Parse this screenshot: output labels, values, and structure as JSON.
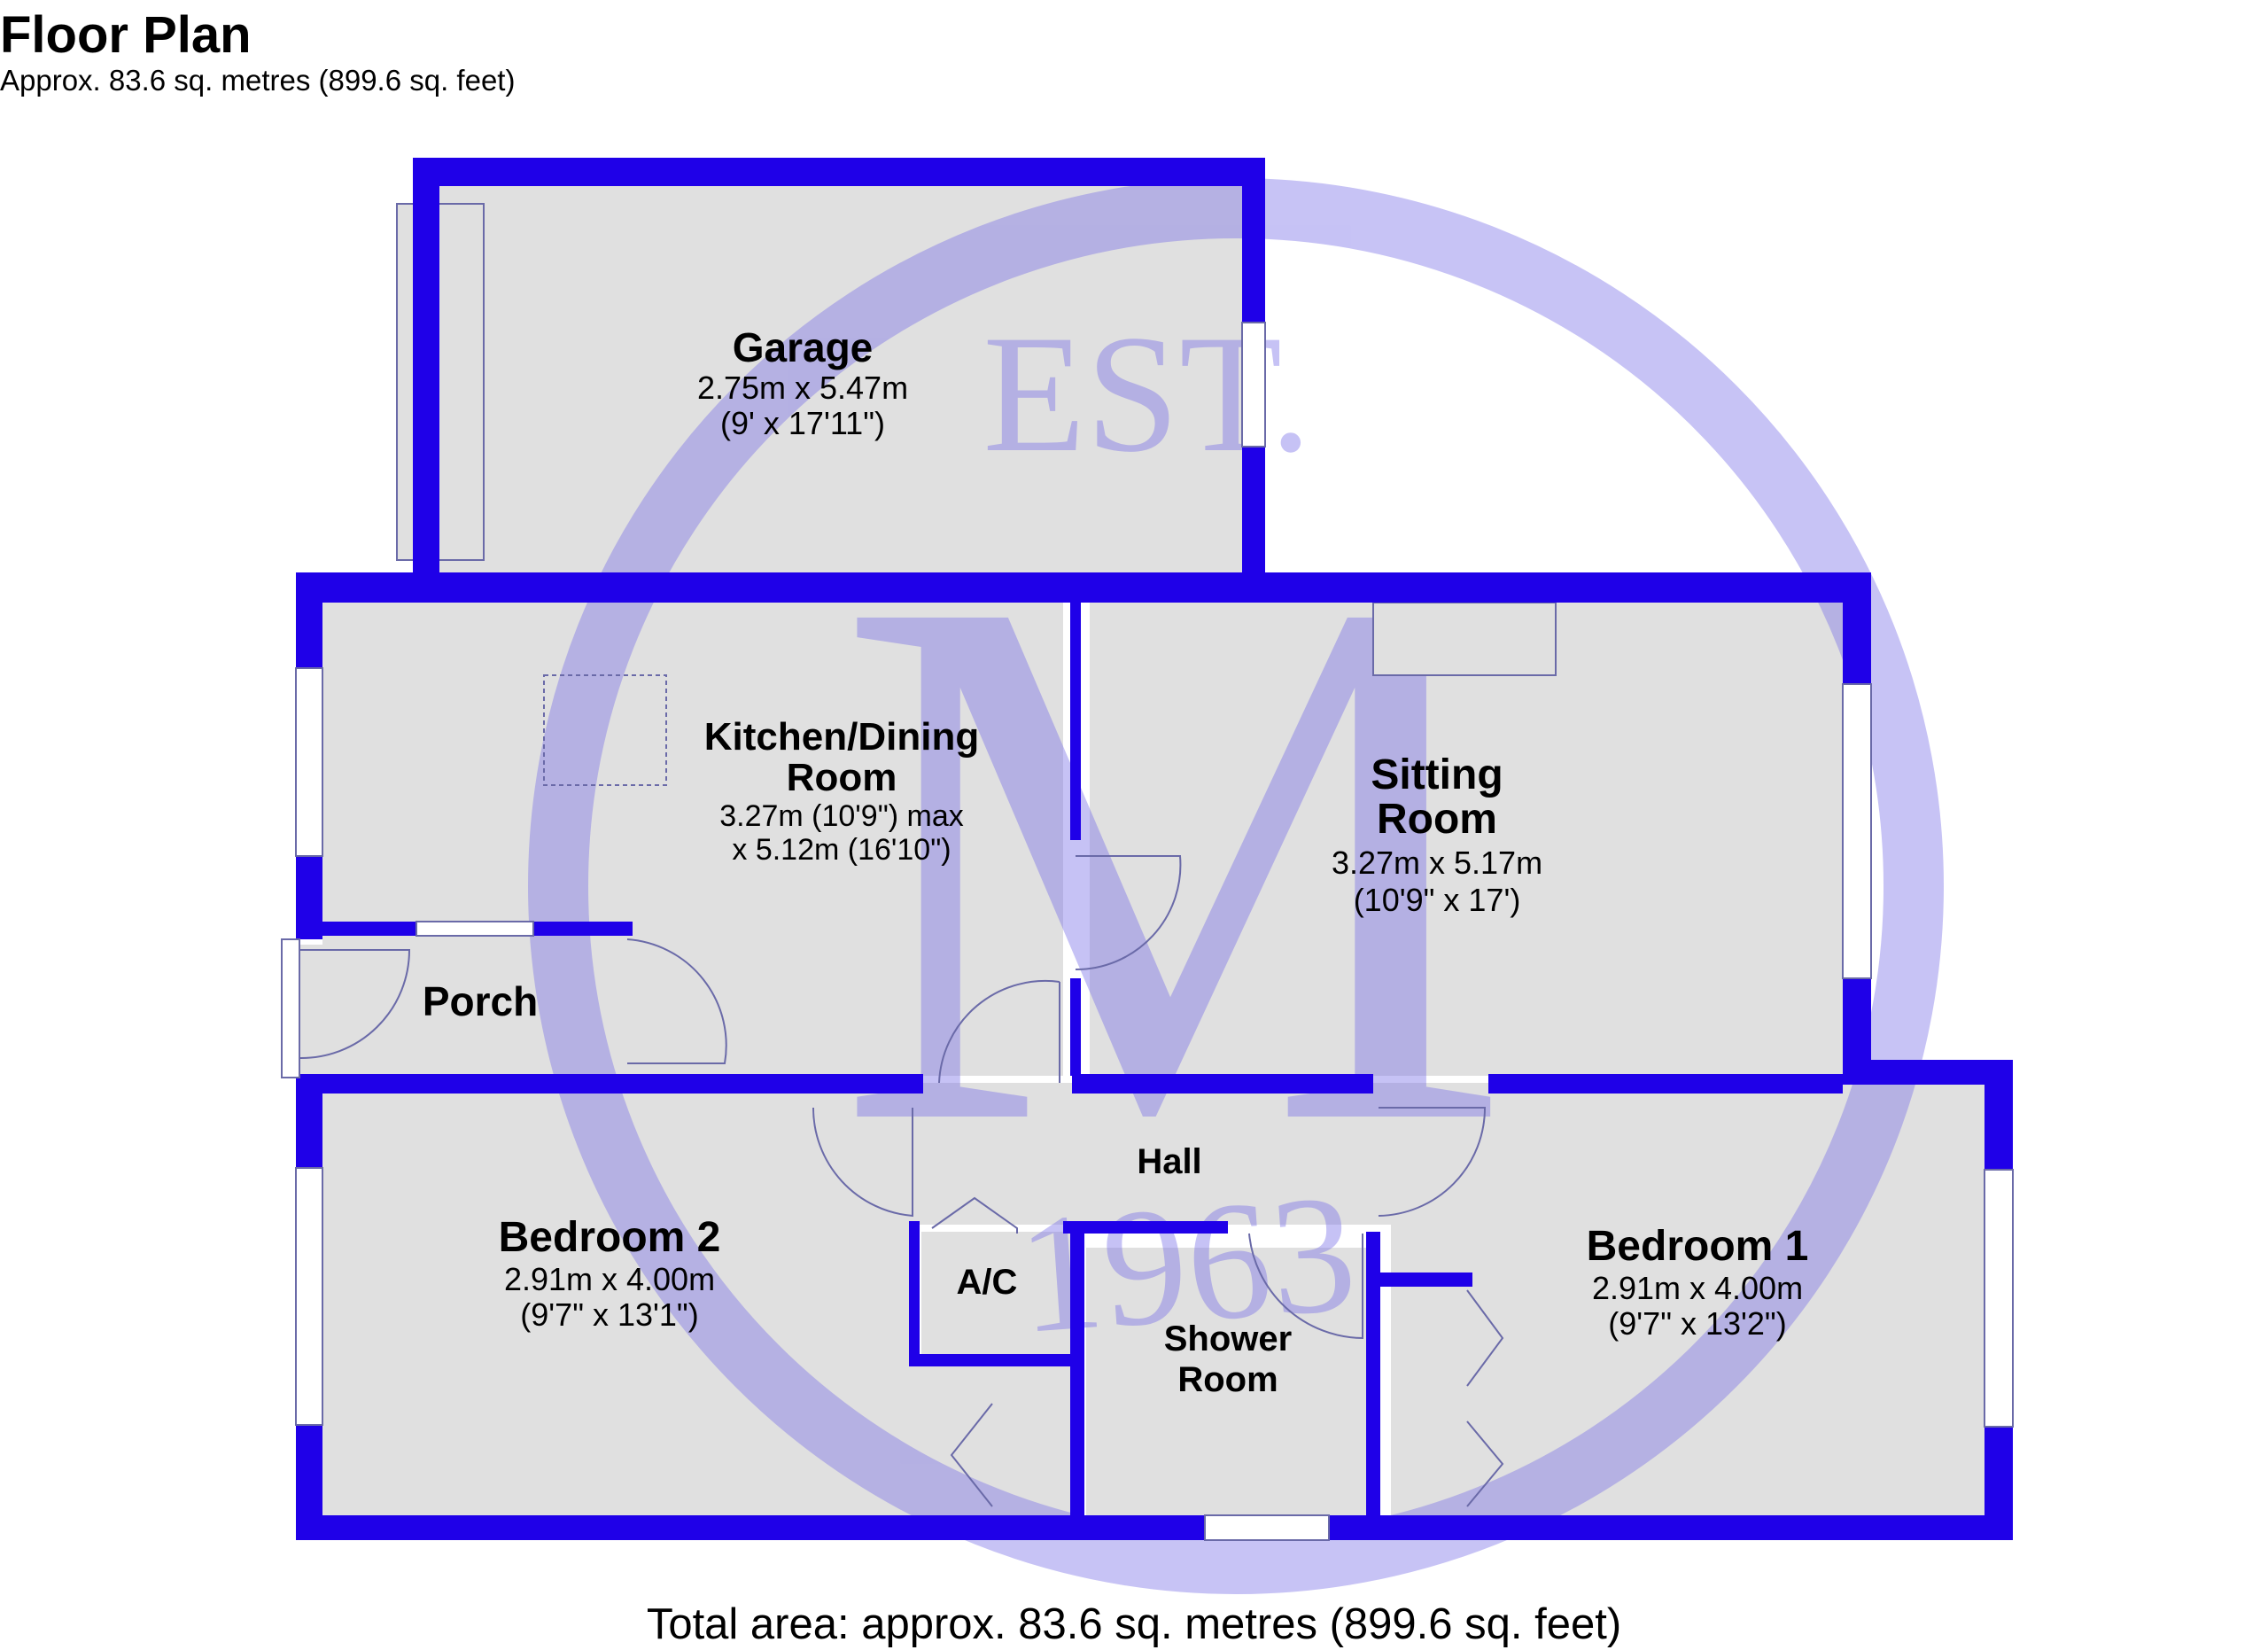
{
  "header": {
    "title": "Floor Plan",
    "subtitle": "Approx. 83.6 sq. metres (899.6 sq. feet)"
  },
  "footer": {
    "total_area": "Total area: approx. 83.6 sq. metres (899.6 sq. feet)"
  },
  "watermark": {
    "top_text": "EST.",
    "monogram": "M",
    "year": "1963",
    "color": "#7a70e8"
  },
  "colors": {
    "wall": "#1f00e8",
    "floor": "#e0e0e0",
    "fixture_line": "#6a6aa8"
  },
  "rooms": {
    "garage": {
      "name": "Garage",
      "dim1": "2.75m x 5.47m",
      "dim2": "(9' x 17'11\")"
    },
    "kitchen": {
      "name1": "Kitchen/Dining",
      "name2": "Room",
      "dim1": "3.27m (10'9\") max",
      "dim2": "x 5.12m (16'10\")"
    },
    "sitting": {
      "name1": "Sitting",
      "name2": "Room",
      "dim1": "3.27m x 5.17m",
      "dim2": "(10'9\" x 17')"
    },
    "porch": {
      "name": "Porch"
    },
    "hall": {
      "name": "Hall"
    },
    "bedroom2": {
      "name": "Bedroom 2",
      "dim1": "2.91m x 4.00m",
      "dim2": "(9'7\" x 13'1\")"
    },
    "ac": {
      "name": "A/C"
    },
    "shower": {
      "name1": "Shower",
      "name2": "Room"
    },
    "bedroom1": {
      "name": "Bedroom 1",
      "dim1": "2.91m x 4.00m",
      "dim2": "(9'7\" x 13'2\")"
    }
  }
}
